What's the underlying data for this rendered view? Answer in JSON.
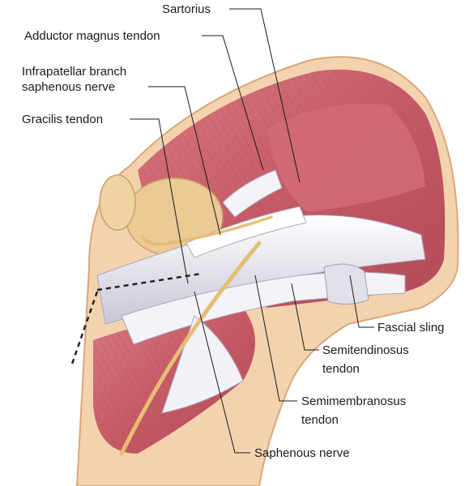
{
  "figure": {
    "labels": {
      "sartorius": "Sartorius",
      "adductor_magnus_tendon": "Adductor magnus tendon",
      "infrapatellar_branch_line1": "Infrapatellar branch",
      "infrapatellar_branch_line2": "saphenous nerve",
      "gracilis_tendon": "Gracilis tendon",
      "fascial_sling": "Fascial sling",
      "semitendinosus_line1": "Semitendinosus",
      "semitendinosus_line2": "tendon",
      "semimembranosus_line1": "Semimembranosus",
      "semimembranosus_line2": "tendon",
      "saphenous_nerve": "Saphenous nerve"
    },
    "colors": {
      "skin": "#f1cfa6",
      "skin_edge": "#d9a77a",
      "muscle": "#c9606a",
      "muscle_light": "#e08f92",
      "tendon": "#ecebf1",
      "tendon_shadow": "#b9b8c8",
      "nerve": "#e8c27e",
      "bone": "#efd3a2",
      "ink": "#1a1a1a"
    }
  }
}
